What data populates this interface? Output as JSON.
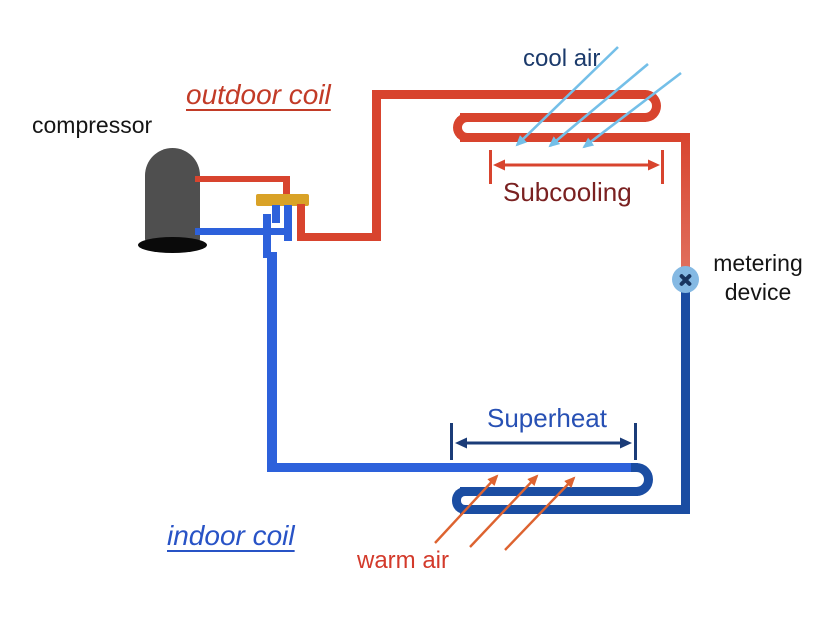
{
  "diagram": {
    "labels": {
      "compressor": "compressor",
      "outdoor_coil": "outdoor coil",
      "cool_air": "cool air",
      "subcooling": "Subcooling",
      "metering_device": "metering\ndevice",
      "superheat": "Superheat",
      "indoor_coil": "indoor coil",
      "warm_air": "warm air"
    },
    "colors": {
      "hot_gas_pipe_red": "#D8442E",
      "liquid_line_salmon": "#E06E5C",
      "suction_pipe_blue_bright": "#2D61DB",
      "cold_pipe_dark_blue": "#1B4DA2",
      "service_fitting_gold": "#D9A227",
      "compressor_gray": "#4F4F4F",
      "compressor_base_black": "#0A0A0A",
      "cool_air_arrow_light_blue": "#74BFE8",
      "warm_air_arrow_orange": "#DD6330",
      "metering_device_fill": "#85B9E3",
      "metering_device_x": "#19355F",
      "label_navy": "#1B3A6B",
      "label_maroon": "#7A2121",
      "label_red": "#C23B27",
      "label_blue": "#2853C6",
      "label_black": "#151515"
    },
    "icons": {
      "metering_valve": "x-valve-icon"
    }
  }
}
